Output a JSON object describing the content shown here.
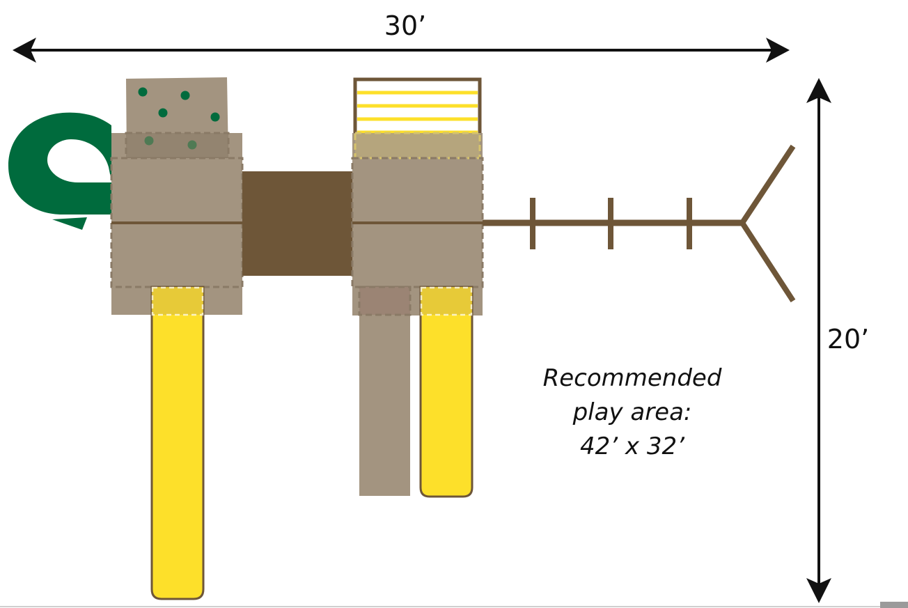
{
  "dimensions": {
    "width_label": "30’",
    "depth_label": "20’"
  },
  "note": {
    "line1": "Recommended",
    "line2": "play area:",
    "line3": "42’ x 32’"
  },
  "colors": {
    "deck": "#a39480",
    "bridge": "#6e5638",
    "beam": "#6e5638",
    "slide": "#fde02a",
    "slide_outline": "#6e5638",
    "spiral_slide": "#006b3d",
    "climbing_wall": "#a39480",
    "rock_hold": "#006b3d",
    "ladder_rail": "#6e5638",
    "ladder_rung": "#fde02a",
    "arrow": "#111111"
  },
  "icons": {
    "spiral": "spiral-slide-icon",
    "rock_wall": "rock-wall-icon",
    "ladder": "ladder-icon",
    "swing_beam": "swing-beam-icon"
  }
}
